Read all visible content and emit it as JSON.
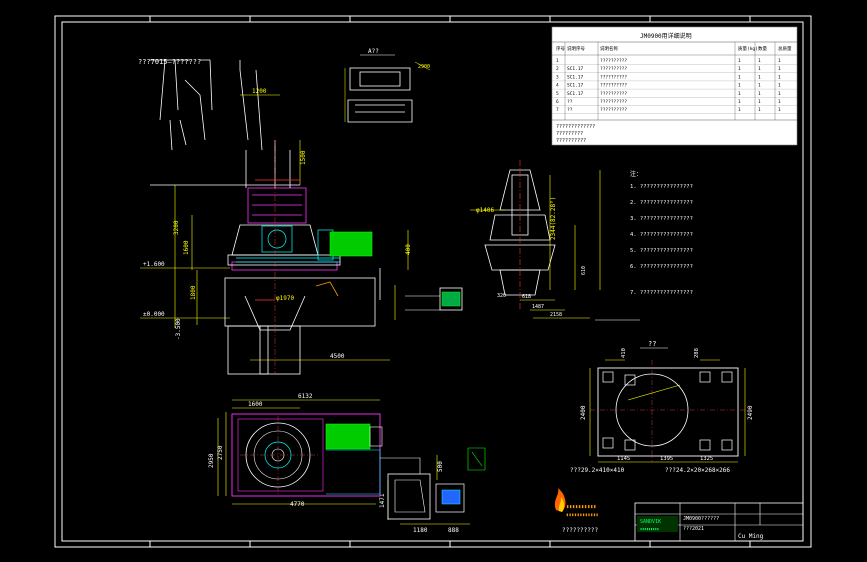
{
  "table": {
    "title": "JM0900用详细说明",
    "headers": [
      "序号",
      "说明序号",
      "说明名称",
      "质量(kg)",
      "数量",
      "总质量"
    ],
    "rows": [
      [
        "1",
        "",
        "??????????",
        "1",
        "1",
        "1"
      ],
      [
        "2",
        "SC1.17",
        "??????????",
        "1",
        "1",
        "1"
      ],
      [
        "3",
        "SC1.17",
        "??????????",
        "1",
        "1",
        "1"
      ],
      [
        "4",
        "SC1.17",
        "??????????",
        "1",
        "1",
        "1"
      ],
      [
        "5",
        "SC1.17",
        "??????????",
        "1",
        "1",
        "1"
      ],
      [
        "6",
        "??",
        "??????????",
        "1",
        "1",
        "1"
      ],
      [
        "7",
        "??",
        "??????????",
        "1",
        "1",
        "1"
      ]
    ],
    "notes": [
      "?????????????",
      "?????????",
      "??????????"
    ]
  },
  "tech_notes": {
    "header": "注：",
    "lines": [
      "1. ????????????????",
      "2. ????????????????",
      "3. ????????????????",
      "4. ????????????????",
      "5. ????????????????",
      "6. ????????????????",
      "7. ????????????????"
    ]
  },
  "labels": {
    "top_coords": "???7015—???????",
    "view_a": "A??",
    "view_b": "??",
    "dim_2900": "2900",
    "dim_3200": "3200",
    "dim_1200": "1200",
    "dim_1500": "1500",
    "dim_1600": "1600",
    "dim_1800": "1800",
    "dim_400": "400",
    "elev_1600": "+1.600",
    "elev_0": "±0.000",
    "elev_3500": "-3.500",
    "dim_4500": "4500",
    "dim_1970": "φ1970",
    "dim_1406": "φ1406",
    "dim_2344": "2344(82.28°)",
    "dim_618": "618",
    "dim_1487": "1487",
    "dim_2158": "2158",
    "dim_320": "320",
    "dim_610": "610",
    "dim_6132": "6132",
    "dim_4770": "4770",
    "dim_2750": "2750",
    "dim_2950": "2950",
    "dim_1180": "1180",
    "dim_888": "888",
    "dim_1471": "1471",
    "dim_500": "500",
    "dim_1145": "1145",
    "dim_1395": "1395",
    "dim_1325": "1325",
    "dim_2490": "2490",
    "dim_2400": "2400",
    "dim_410": "410",
    "dim_288": "288",
    "bolt1": "???29.2×410×410",
    "bolt2": "???24.2×20×268×266",
    "logo_text": "SANDVIK",
    "tb_1": "JM0900??????",
    "tb_2": "???2021",
    "tb_3": "Cu Ming",
    "footer_text": "??????????"
  }
}
